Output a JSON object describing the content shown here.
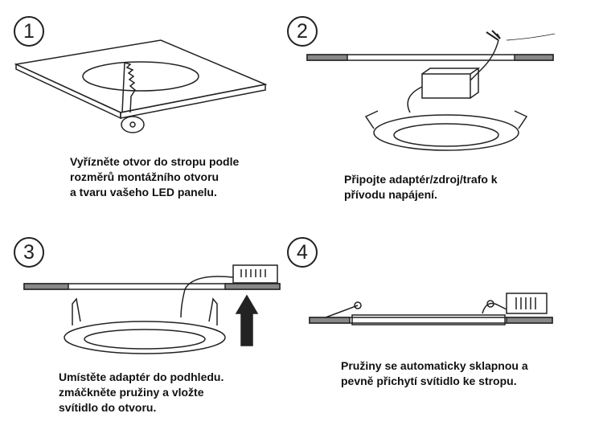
{
  "steps": [
    {
      "number": "1",
      "lines": [
        "Vyřízněte otvor do stropu podle",
        "rozměrů montážního otvoru",
        "a tvaru vašeho LED panelu."
      ]
    },
    {
      "number": "2",
      "lines": [
        "Připojte adaptér/zdroj/trafo k",
        "přívodu napájení."
      ]
    },
    {
      "number": "3",
      "lines": [
        "Umístěte adaptér do podhledu.",
        "zmáčkněte pružiny a vložte",
        "svítidlo do otvoru."
      ]
    },
    {
      "number": "4",
      "lines": [
        "Pružiny se automaticky sklapnou a",
        "pevně přichytí svítidlo ke stropu."
      ]
    }
  ]
}
